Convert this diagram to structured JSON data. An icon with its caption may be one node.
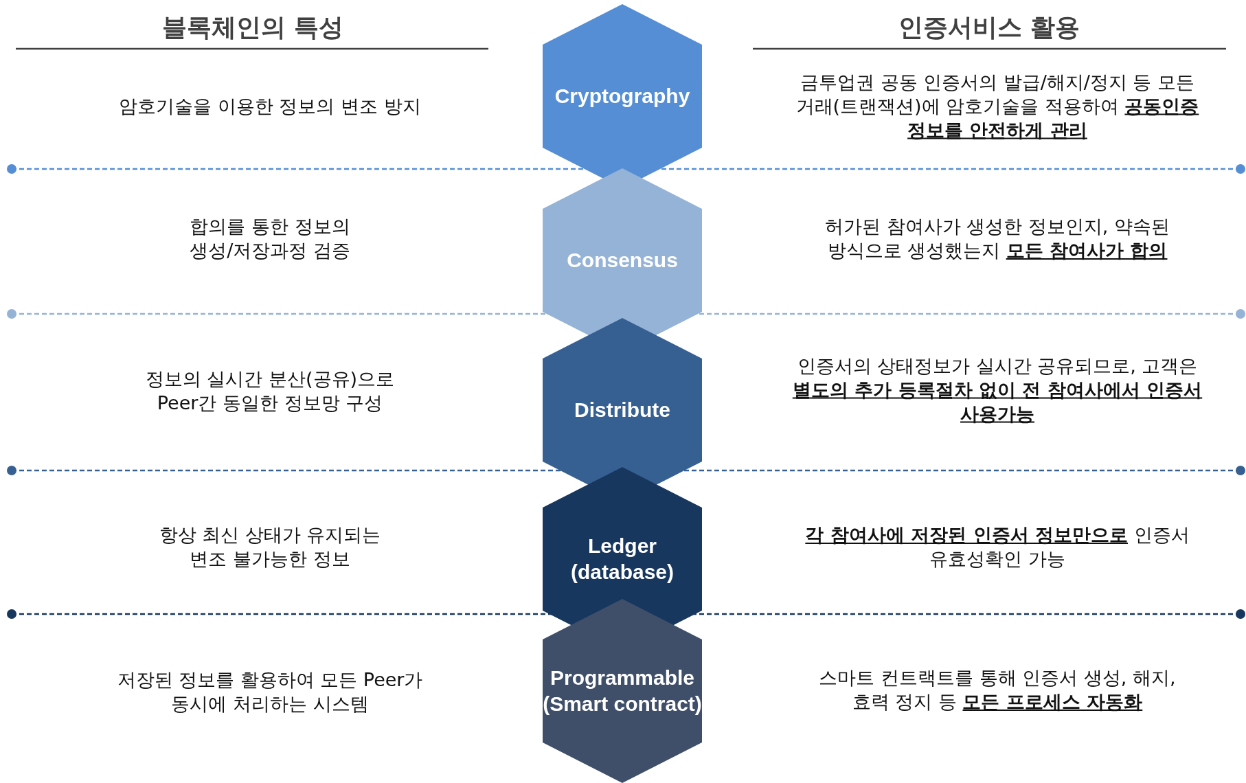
{
  "diagram": {
    "nodes": [
      {
        "text": [
          "Cryptography"
        ]
      },
      {
        "text": [
          "Consensus"
        ]
      },
      {
        "text": [
          "Distribute"
        ]
      },
      {
        "text": [
          "Ledger (database)"
        ]
      },
      {
        "text": [
          "Programmable (Smart contract)"
        ]
      }
    ],
    "labels": [
      "블록체인의 특성",
      "인증서비스 활용",
      "암호기술을 이용한 정보의 변조 방지",
      "금투업권 공동 인증서의 발급/해지/정지 등 모든 거래(트랜잭션)에 암호기술을 적용하여 **공동인증 정보를 안전하게 관리**",
      "합의를 통한 정보의 생성/저장과정 검증",
      "허가된 참여사가 생성한 정보인지, 약속된 방식으로 생성했는지 **모든 참여사가 합의**",
      "정보의 실시간 분산(공유)으로 Peer간 동일한 정보망 구성",
      "인증서의 상태정보가 실시간 공유되므로, 고객은 **별도의 추가 등록절차 없이 전 참여사에서 인증서 사용가능**",
      "항상 최신 상태가 유지되는 변조 불가능한 정보",
      "**각 참여사에 저장된 인증서 정보만으로** 인증서 유효성확인 가능",
      "저장된 정보를 활용하여 모든 Peer가 동시에 처리하는 시스템",
      "스마트 컨트랙트를 통해 인증서 생성, 해지, 효력 정지 등 **모든 프로세스 자동화**"
    ]
  }
}
